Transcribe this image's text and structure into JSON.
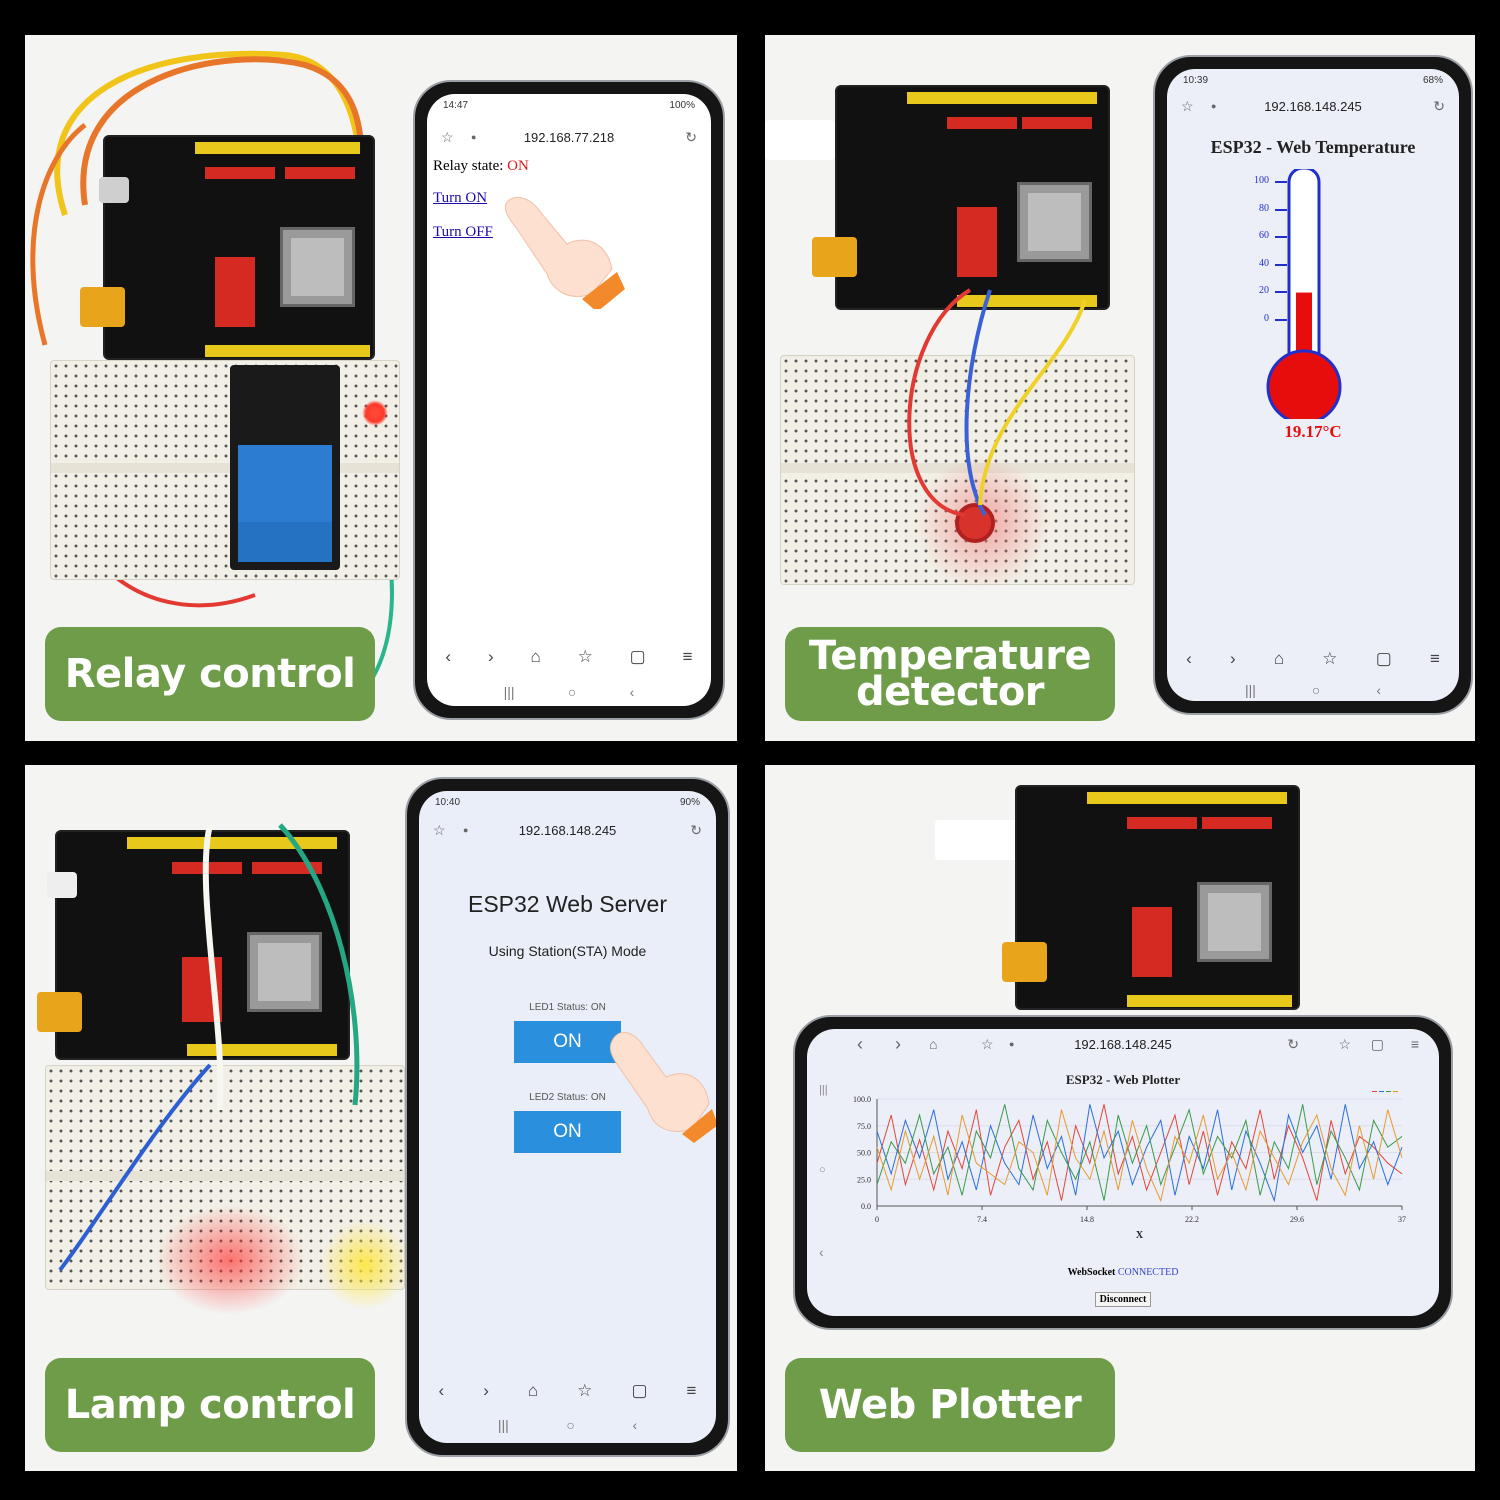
{
  "labels": {
    "relay": "Relay control",
    "temp_line1": "Temperature",
    "temp_line2": "detector",
    "lamp": "Lamp control",
    "plotter": "Web Plotter"
  },
  "relay_phone": {
    "time": "14:47",
    "battery": "100%",
    "url": "192.168.77.218",
    "state_label": "Relay state:",
    "state_value": "ON",
    "turn_on": "Turn ON",
    "turn_off": "Turn OFF"
  },
  "temp_phone": {
    "time": "10:39",
    "battery": "68%",
    "url": "192.168.148.245",
    "title": "ESP32 - Web Temperature",
    "ticks": [
      "100",
      "80",
      "60",
      "40",
      "20",
      "0"
    ],
    "reading": "19.17°C",
    "level": 19.17,
    "scale_max": 100
  },
  "lamp_phone": {
    "time": "10:40",
    "battery": "90%",
    "url": "192.168.148.245",
    "title": "ESP32 Web Server",
    "subtitle": "Using Station(STA) Mode",
    "led1_status": "LED1 Status: ON",
    "led1_btn": "ON",
    "led2_status": "LED2 Status: ON",
    "led2_btn": "ON"
  },
  "plotter_phone": {
    "url": "192.168.148.245",
    "title": "ESP32 - Web Plotter",
    "ws_label": "WebSocket",
    "ws_state": "CONNECTED",
    "disconnect": "Disconnect"
  },
  "chart_data": {
    "type": "line",
    "title": "ESP32 - Web Plotter",
    "xlabel": "X",
    "ylabel": "",
    "xlim": [
      0,
      37
    ],
    "ylim": [
      0,
      100
    ],
    "x_ticks": [
      "0",
      "7.4",
      "14.8",
      "22.2",
      "29.6",
      "37"
    ],
    "y_ticks": [
      "0.0",
      "25.0",
      "50.0",
      "75.0",
      "100.0"
    ],
    "legend": "top-right",
    "grid": true,
    "x": [
      0,
      1,
      2,
      3,
      4,
      5,
      6,
      7,
      8,
      9,
      10,
      11,
      12,
      13,
      14,
      15,
      16,
      17,
      18,
      19,
      20,
      21,
      22,
      23,
      24,
      25,
      26,
      27,
      28,
      29,
      30,
      31,
      32,
      33,
      34,
      35,
      36,
      37
    ],
    "series": [
      {
        "color": "#e0463a",
        "values": [
          40,
          85,
          20,
          62,
          15,
          70,
          35,
          90,
          10,
          55,
          80,
          25,
          60,
          5,
          75,
          40,
          95,
          30,
          65,
          15,
          50,
          85,
          20,
          70,
          10,
          60,
          35,
          90,
          25,
          75,
          45,
          5,
          80,
          30,
          65,
          55,
          40,
          30
        ]
      },
      {
        "color": "#2a6fdb",
        "values": [
          70,
          30,
          80,
          45,
          90,
          25,
          60,
          15,
          75,
          40,
          20,
          85,
          35,
          65,
          10,
          95,
          45,
          70,
          20,
          55,
          80,
          10,
          65,
          35,
          90,
          15,
          70,
          40,
          5,
          85,
          50,
          75,
          25,
          95,
          35,
          60,
          20,
          55
        ]
      },
      {
        "color": "#3a9a4a",
        "values": [
          20,
          60,
          40,
          85,
          30,
          55,
          10,
          70,
          45,
          95,
          35,
          15,
          80,
          50,
          25,
          60,
          5,
          85,
          40,
          75,
          20,
          55,
          90,
          30,
          65,
          45,
          80,
          10,
          60,
          35,
          95,
          20,
          70,
          45,
          15,
          80,
          55,
          65
        ]
      },
      {
        "color": "#e69b2f",
        "values": [
          55,
          15,
          70,
          25,
          65,
          10,
          85,
          40,
          30,
          20,
          60,
          50,
          10,
          90,
          45,
          25,
          70,
          15,
          80,
          35,
          5,
          65,
          40,
          85,
          25,
          50,
          15,
          70,
          45,
          20,
          60,
          85,
          35,
          10,
          75,
          25,
          90,
          45
        ]
      }
    ]
  },
  "colors": {
    "label_bg": "#6f9c49",
    "relay_on": "#d31b1b",
    "thermo_red": "#e80d0d",
    "thermo_blue": "#2230c9",
    "button_blue": "#2a8fdc"
  }
}
